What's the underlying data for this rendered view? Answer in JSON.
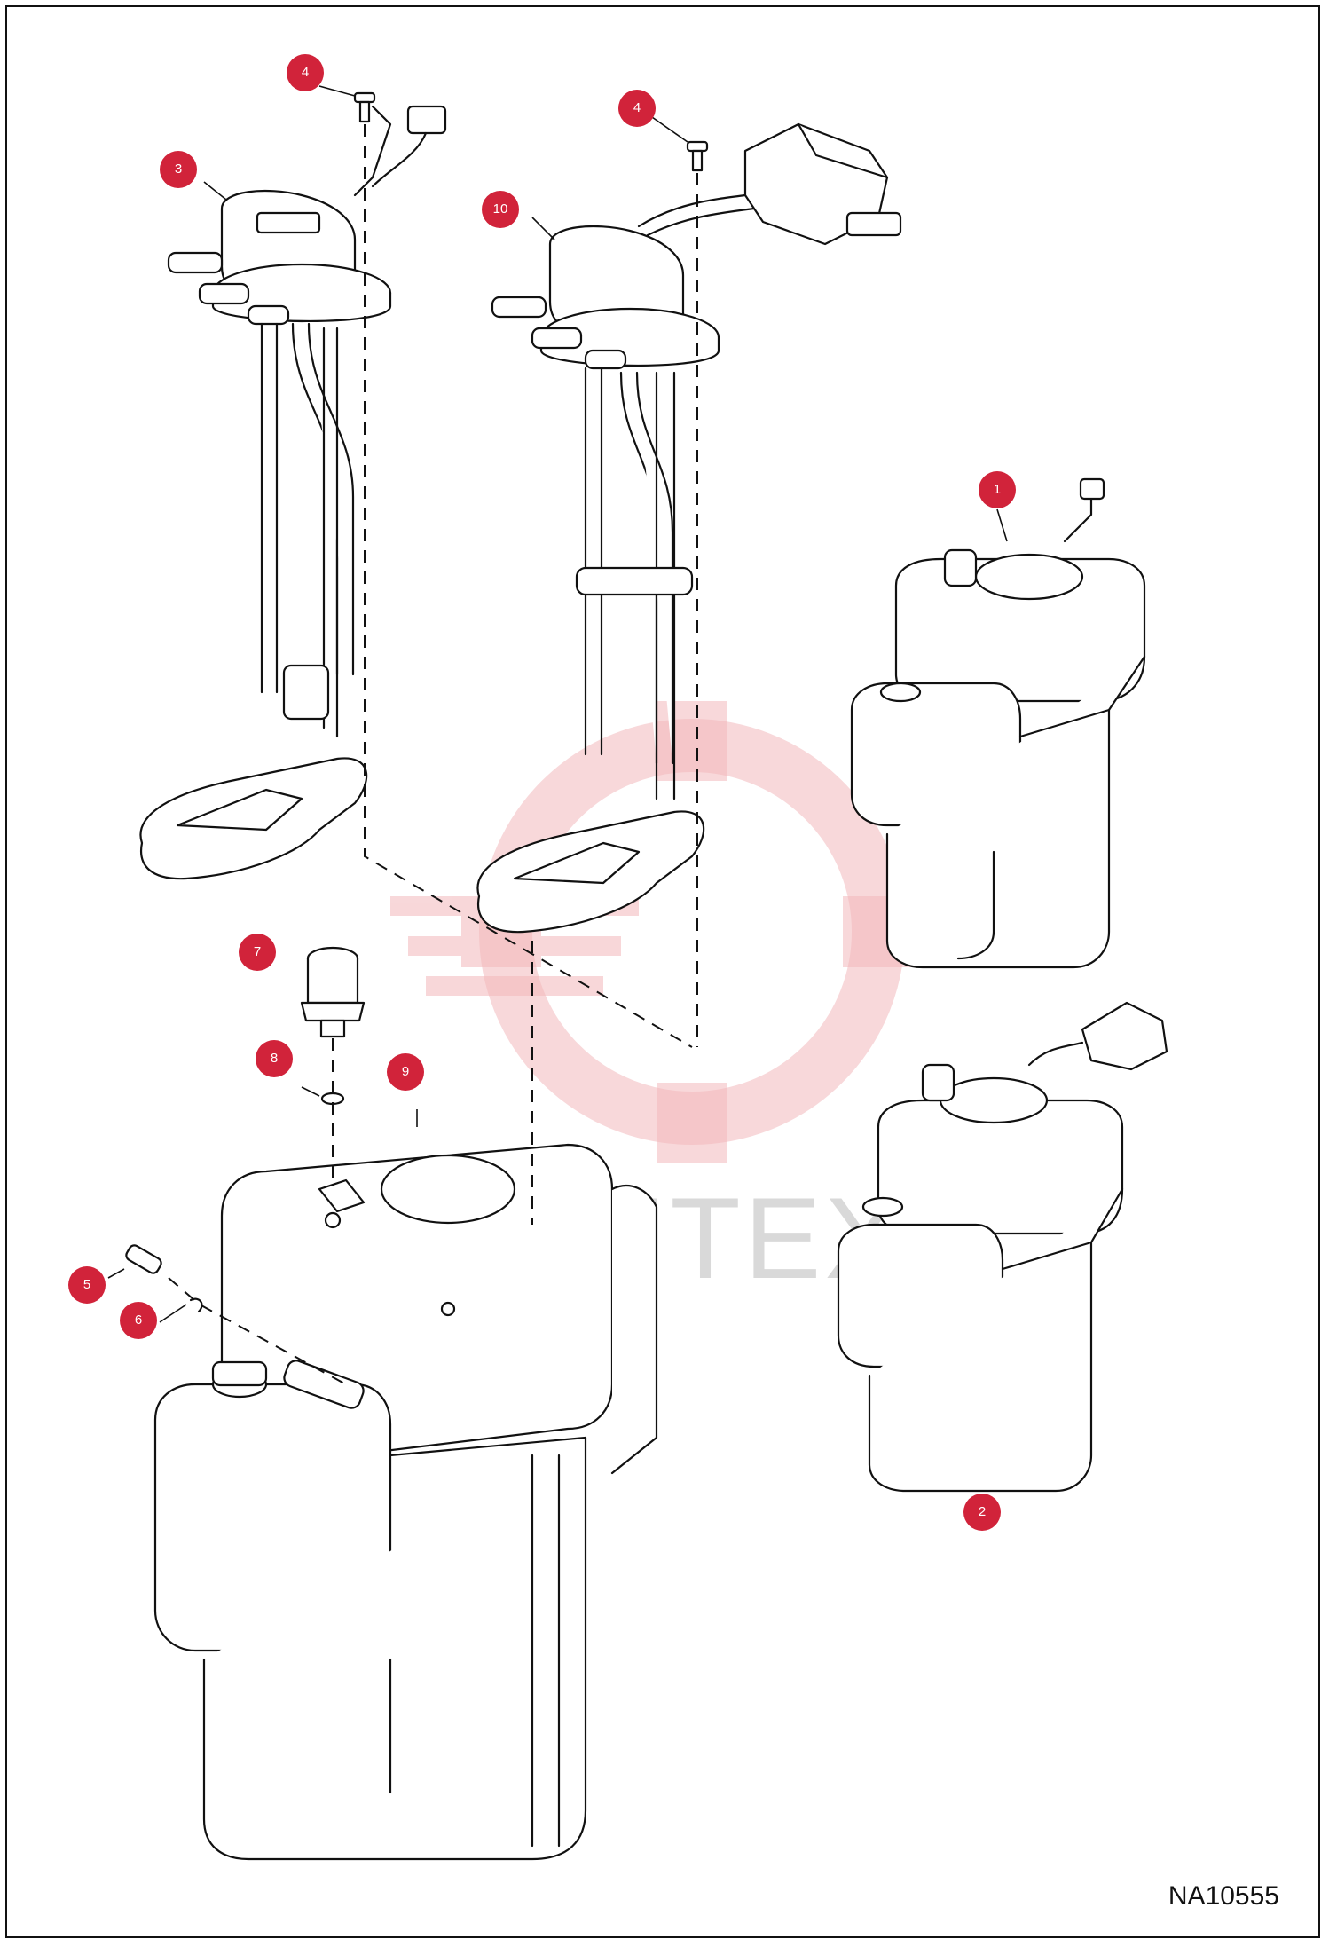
{
  "drawing": {
    "id_label": "NA10555",
    "watermark_text": "ИНТЕХ",
    "colors": {
      "callout_fill": "#d1233a",
      "callout_text": "#ffffff",
      "line": "#111111",
      "watermark": "#f3b8bb"
    }
  },
  "callouts": [
    {
      "number": "4"
    },
    {
      "number": "3"
    },
    {
      "number": "4"
    },
    {
      "number": "10"
    },
    {
      "number": "1"
    },
    {
      "number": "7"
    },
    {
      "number": "8"
    },
    {
      "number": "9"
    },
    {
      "number": "5"
    },
    {
      "number": "6"
    },
    {
      "number": "2"
    }
  ]
}
